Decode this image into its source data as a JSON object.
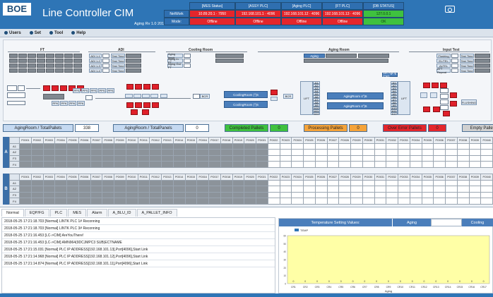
{
  "app": {
    "logo": "BOE",
    "title": "Line Controller CIM",
    "version": "Aging Rv 1.0 201709"
  },
  "status": {
    "row_labels": [
      "NetWork",
      "Mode:"
    ],
    "headers": [
      "[MES Status]",
      "[ASSY PLC]",
      "[Aging PLC]",
      "[FT PLC]",
      "[DB STATUS]"
    ],
    "network": [
      "10.89.20.1 · 7950",
      "192.168.101.1 · 4096",
      "192.168.101.12 · 4096",
      "192.168.101.13 · 4096",
      "127.0.0.1"
    ],
    "mode": [
      "Offline",
      "Offline",
      "Offline",
      "Offline",
      "OK"
    ]
  },
  "menu": [
    "Users",
    "Set",
    "Tool",
    "Help"
  ],
  "layout": {
    "ft": "FT",
    "adi": "ADI",
    "cooling": "Cooling Room",
    "aging": "Aging Room",
    "input": "Input Test",
    "adi_rows": [
      "ADI 1-1",
      "ADI 1-2",
      "ADI 1-3",
      "ADI 1-4"
    ],
    "test_time": "Test Time",
    "cool_rows": [
      "Aging Input",
      "Aging In FT",
      "Aging Out FT"
    ],
    "aging_tag": "Aging",
    "input_rows": [
      "Flushing",
      "EL/TEL",
      "ALTEL",
      "ATT Repeat"
    ],
    "cr1": "CoolingRoom (°)6",
    "cr2": "CoolingRoom (°)6",
    "ar1": "AgingRoom 4°)6",
    "ar2": "AgingRoom 4°)6",
    "lift": "LIFT",
    "bcr": "BCR",
    "set_aging": "Set Aging (OB)",
    "flushing": "FLUSHING",
    "conv": [
      "PPS",
      "PPS",
      "PPS",
      "PPS",
      "PPS"
    ],
    "ppk": [
      "PPK",
      "PPK",
      "PPK",
      "PPK"
    ],
    "slots": [
      "A1",
      "A2",
      "A3",
      "A4",
      "A5",
      "A6",
      "A7",
      "A8",
      "A9",
      "A10",
      "A11",
      "A12"
    ]
  },
  "summary": [
    {
      "label": "AgingRoom / TotalPallets",
      "value": "338"
    },
    {
      "label": "AgingRoom / TotalPanels",
      "value": "0"
    },
    {
      "label": "Completed Pallets",
      "value": "0"
    },
    {
      "label": "Processing Pallets",
      "value": "0"
    },
    {
      "label": "Over Error Pallets",
      "value": "0"
    },
    {
      "label": "Empty Pallets",
      "value": ""
    }
  ],
  "grid": {
    "block_a": "A",
    "block_b": "B",
    "rows": [
      "",
      "A1",
      "A2",
      "F3",
      "F4"
    ],
    "cols": [
      "PO001",
      "PO002",
      "PO003",
      "PO004",
      "PO005",
      "PO006",
      "PO007",
      "PO008",
      "PO009",
      "PO010",
      "PO011",
      "PO012",
      "PO013",
      "PO014",
      "PO015",
      "PO016",
      "PO017",
      "PO018",
      "PO019",
      "PO020",
      "PO021",
      "PO022",
      "PO023",
      "PO024",
      "PO025",
      "PO026",
      "PO027",
      "PO028",
      "PO029",
      "PO030",
      "PO031",
      "PO032",
      "PO033",
      "PO034",
      "PO035",
      "PO036",
      "PO037",
      "PO038",
      "PO039",
      "PO040"
    ],
    "filled_cols": 21
  },
  "tabs": [
    "Normal",
    "EQP/FG",
    "PLC",
    "MES",
    "Alarm",
    "A_BLU_ID",
    "A_PALLET_INFO"
  ],
  "log": [
    "2018-05-25 17:21:18.703    [Normal] LINTK PLC 1#   Reconning",
    "2018-05-25 17:21:18.703    [Normal] LINTK PLC 3#   Reconning",
    "2018-05-25 17:21:16.453    [LC->CIM] AreYouThere!",
    "2018-05-25 17:21:16.453    [LC->CIM] AMN964(9DCJMPC3 SUB)ECTNAME",
    "2018-05-25 17:21:15.031    [Normal] PLC IP ADDRESS[192.168.101.13],Port[4096],Start Link",
    "2018-05-25 17:21:14.968    [Normal] PLC IP ADDRESS[192.168.101.12],Port[4096],Start Link",
    "2018-05-25 17:21:14.874    [Normal] PLC IP ADDRESS[192.168.101.11],Port[4096],Start Link"
  ],
  "chart_panel": {
    "label": "Temperature Setting Values:",
    "aging": "Aging",
    "cooling": "Cooling"
  },
  "chart_data": {
    "type": "bar",
    "legend": "TEMP",
    "categories": [
      "CR1",
      "CR2",
      "CR3",
      "CR4",
      "CR5",
      "CR6",
      "CR7",
      "CR8",
      "CR9",
      "CR10",
      "CR11",
      "CR12",
      "CR13",
      "CR14",
      "CR15",
      "CR16",
      "CR17"
    ],
    "values": [
      0,
      0,
      0,
      0,
      0,
      0,
      0,
      0,
      0,
      0,
      0,
      0,
      0,
      0,
      0,
      0,
      0
    ],
    "xlabel": "Aging",
    "yticks": [
      "60",
      "50",
      "40",
      "30",
      "20",
      "10",
      "0"
    ]
  },
  "colors": {
    "header": "#2e75b6",
    "offline": "#e4262c",
    "ok": "#3fc13f",
    "plot_bg": "#ffffa6"
  }
}
